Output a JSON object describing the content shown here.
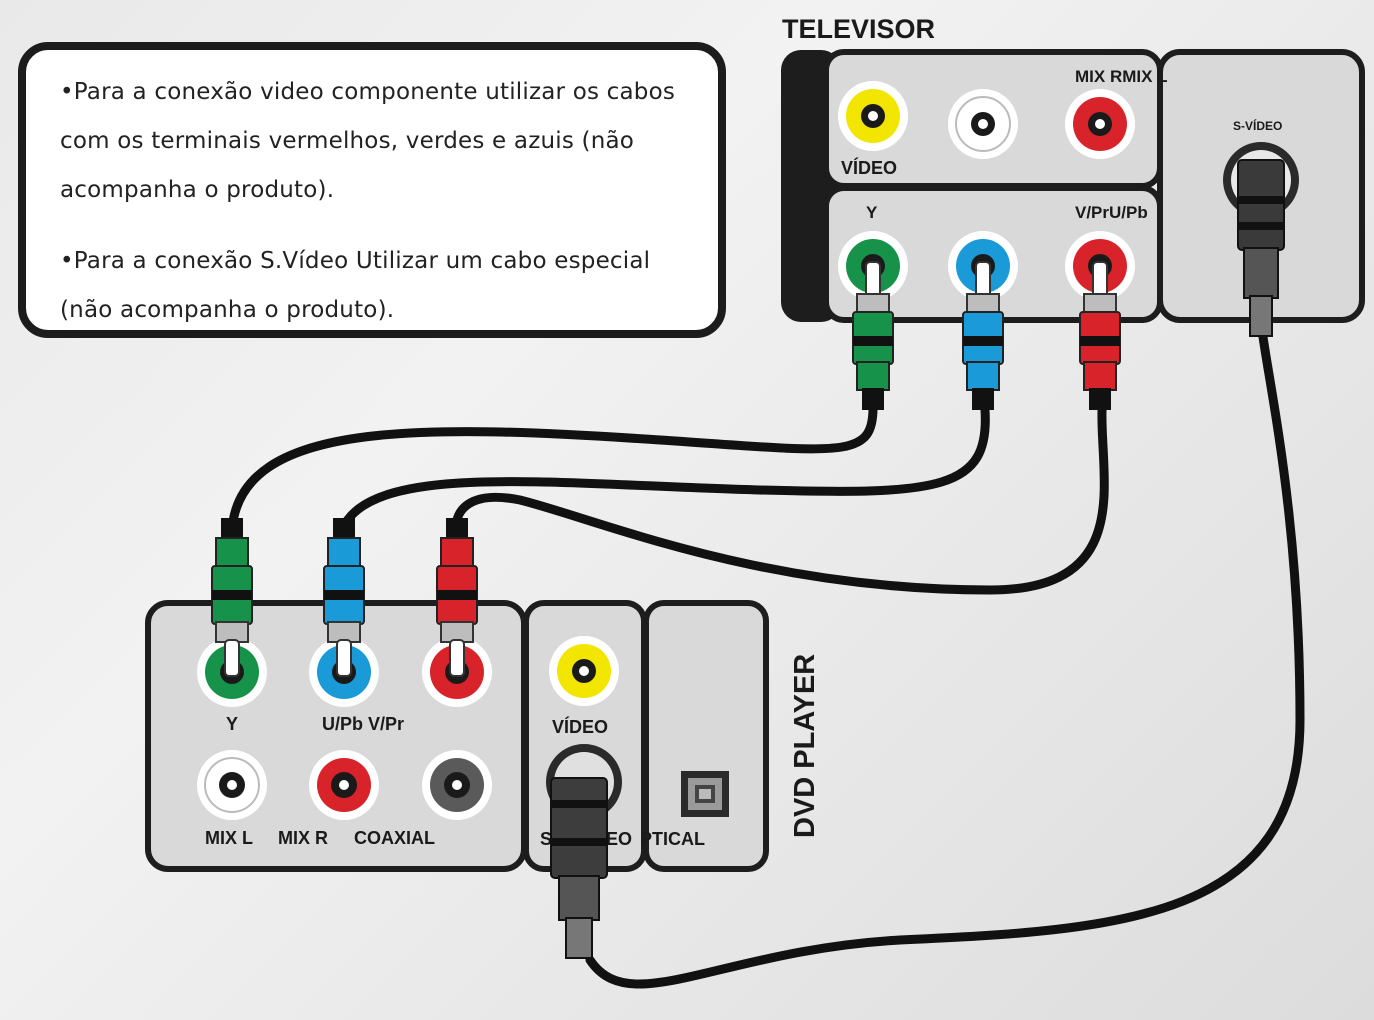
{
  "note": {
    "paragraphs": [
      {
        "lines": [
          "•Para a conexão video componente utilizar os cabos",
          "com os terminais vermelhos, verdes e azuis (não",
          "acompanha o produto)."
        ]
      },
      {
        "lines": [
          "•Para a conexão S.Vídeo Utilizar um cabo especial",
          "(não acompanha o produto)."
        ]
      }
    ]
  },
  "televisor": {
    "title": "TELEVISOR",
    "audio_label": "MIX RMIX L",
    "video_label": "VÍDEO",
    "y_label": "Y",
    "component_label": "V/PrU/Pb",
    "svideo_label": "S-VÍDEO"
  },
  "dvd": {
    "title": "DVD PLAYER",
    "y_label": "Y",
    "component_label": "U/Pb V/Pr",
    "video_label": "VÍDEO",
    "mix_l_label": "MIX L",
    "mix_r_label": "MIX R",
    "coaxial_label": "COAXIAL",
    "svideo_label": "S",
    "svideo_label_2": "EO",
    "optical_label": "PTICAL"
  },
  "colors": {
    "green": "#17924a",
    "blue": "#1a9ad6",
    "red": "#d8232a",
    "yellow": "#f2e600",
    "white": "#ffffff",
    "panel": "#d9d9d9",
    "panel_border": "#1d1d1d",
    "cable": "#111111"
  }
}
